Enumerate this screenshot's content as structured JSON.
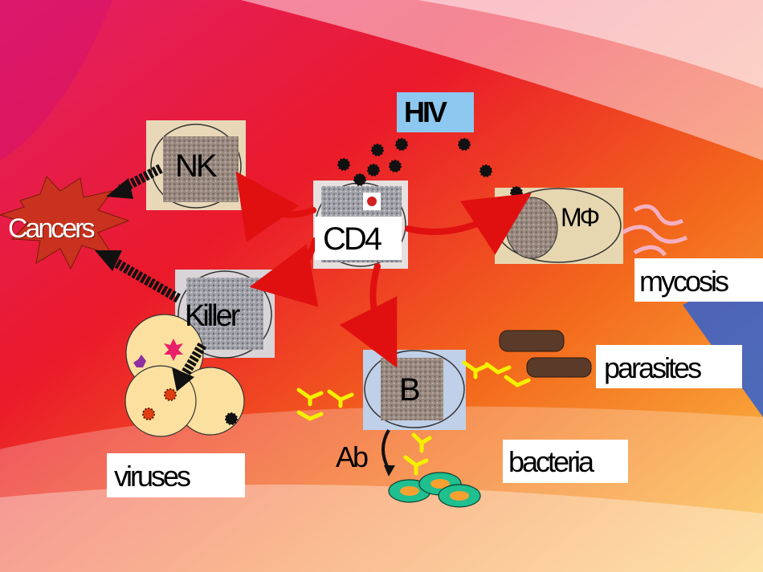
{
  "labels": {
    "hiv": "HIV",
    "nk": "NK",
    "cd4": "CD4",
    "mphi": "MΦ",
    "killer": "Killer",
    "b_cell": "B",
    "ab": "Ab",
    "cancers": "Cancers",
    "viruses": "viruses",
    "bacteria": "bacteria",
    "parasites": "parasites",
    "mycosis": "mycosis"
  },
  "colors": {
    "background_red": "#e8102a",
    "background_orange": "#f7a021",
    "hiv_box": "#8cc8f0",
    "cancer_star": "#c8321e",
    "antibody_yellow": "#f5f000",
    "bacteria_teal": "#1fbf8f",
    "arrow_red": "#e01010",
    "myocysis_pink": "#f4b0c0",
    "infected_cell": "#fbe0a0"
  }
}
